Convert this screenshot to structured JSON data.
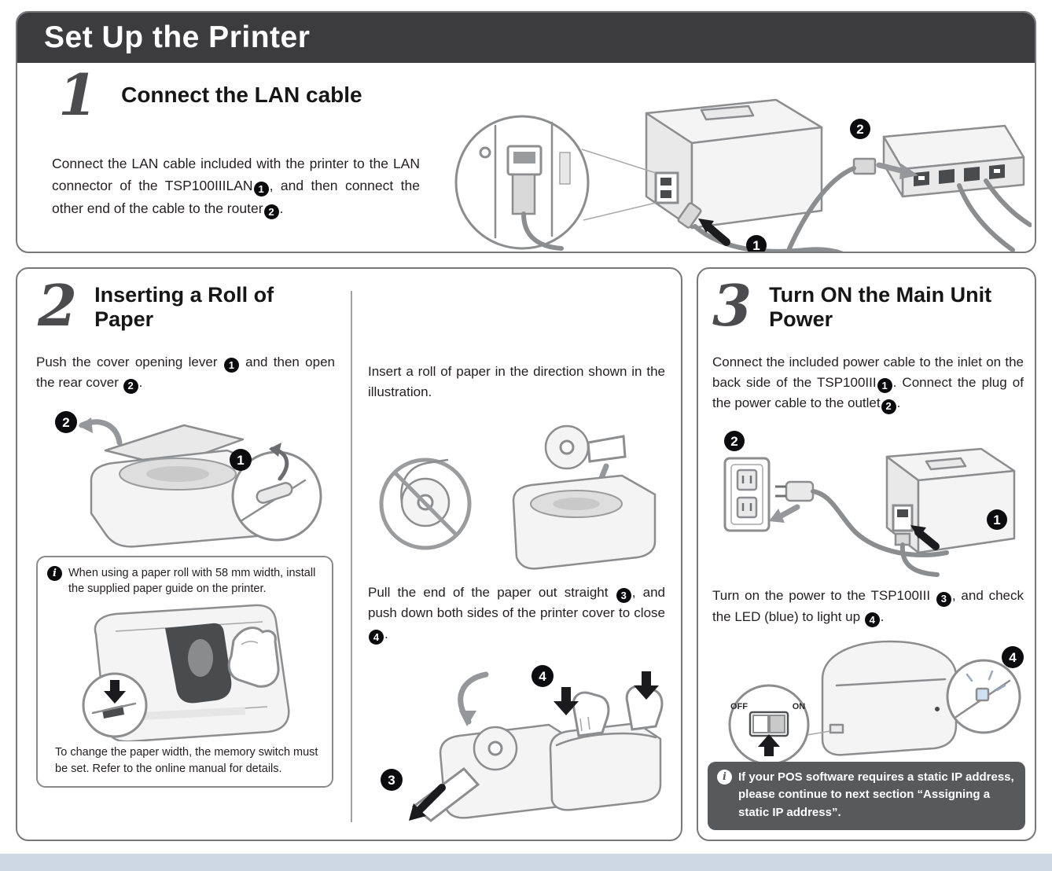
{
  "page": {
    "title": "Set Up the Printer"
  },
  "markers": {
    "m1": "1",
    "m2": "2",
    "m3": "3",
    "m4": "4",
    "info": "i"
  },
  "illustration_labels": {
    "switch_off": "OFF",
    "switch_on": "ON"
  },
  "step1": {
    "number": "1",
    "title": "Connect the LAN cable",
    "p1a": "Connect the LAN cable included with the printer to the LAN connector of the TSP100IIILAN",
    "p1b": ", and then connect the other end of the cable to the router",
    "p1c": "."
  },
  "step2": {
    "number": "2",
    "title_line1": "Inserting a Roll of",
    "title_line2": "Paper",
    "col1_p1a": "Push the cover opening lever ",
    "col1_p1b": " and then open the rear cover ",
    "col1_p1c": ".",
    "note_text": "When using a paper roll with 58 mm width, install the supplied paper guide on the printer.",
    "note_footer": "To change the paper width, the memory switch must be set. Refer to the online manual for details.",
    "col2_p1": "Insert a roll of paper in the direction shown in the illustration.",
    "col2_p2a": "Pull the end of the paper out straight ",
    "col2_p2b": ", and push down both sides of the printer cover to close ",
    "col2_p2c": "."
  },
  "step3": {
    "number": "3",
    "title_line1": "Turn ON the Main Unit",
    "title_line2": "Power",
    "p1a": "Connect the included power cable to the inlet on the back side of the TSP100III",
    "p1b": ". Connect the plug of the power cable to the outlet",
    "p1c": ".",
    "p2a": "Turn on the power to the TSP100III ",
    "p2b": ", and check the LED (blue) to light up ",
    "p2c": ".",
    "note": "If your POS software requires a static IP address, please continue to next section “Assigning a static IP address”."
  }
}
